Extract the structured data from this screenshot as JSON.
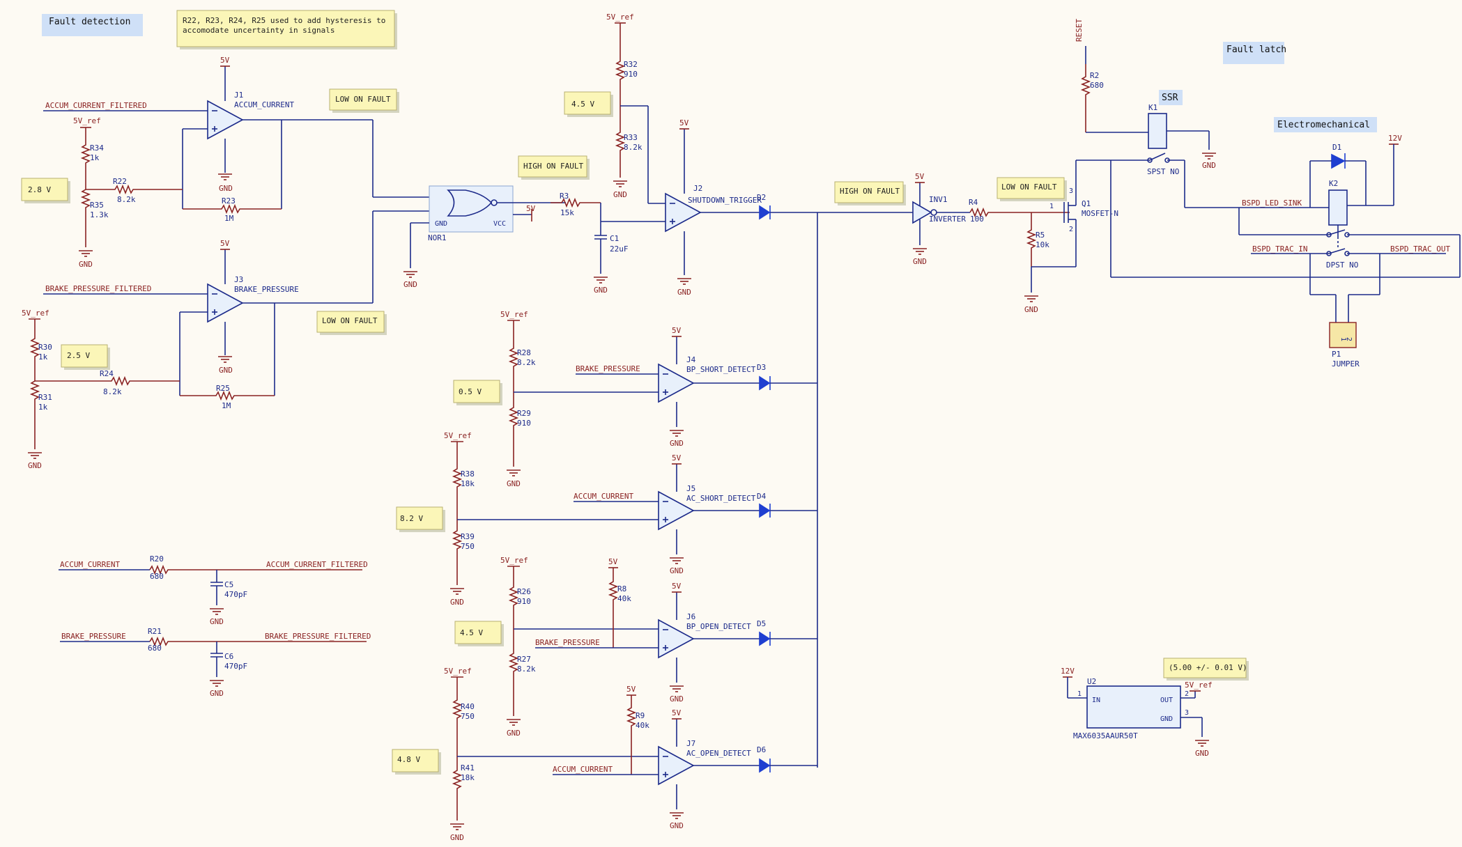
{
  "titles": {
    "fault_detection": "Fault detection",
    "fault_latch": "Fault latch",
    "ssr": "SSR",
    "electromechanical": "Electromechanical"
  },
  "notes": {
    "hysteresis_1": "R22, R23, R24, R25 used to add hysteresis to",
    "hysteresis_2": "accomodate uncertainty in signals",
    "v28": "2.8 V",
    "v25": "2.5 V",
    "v45a": "4.5 V",
    "v05": "0.5 V",
    "v82": "8.2 V",
    "v45b": "4.5 V",
    "v48": "4.8 V",
    "low1": "LOW ON FAULT",
    "low2": "LOW ON FAULT",
    "high1": "HIGH ON FAULT",
    "high2": "HIGH ON FAULT",
    "low3": "LOW ON FAULT",
    "ref": "(5.00 +/- 0.01 V)"
  },
  "power": {
    "p5v": "5V",
    "p5vref": "5V_ref",
    "p12v": "12V",
    "gnd": "GND"
  },
  "nets": {
    "accum_filtered": "ACCUM_CURRENT_FILTERED",
    "brake_filtered": "BRAKE_PRESSURE_FILTERED",
    "brake_pressure": "BRAKE_PRESSURE",
    "accum_current": "ACCUM_CURRENT",
    "bspd_led_sink": "BSPD_LED_SINK",
    "bspd_trac_in": "BSPD_TRAC_IN",
    "bspd_trac_out": "BSPD_TRAC_OUT",
    "reset": "RESET"
  },
  "resistors": {
    "R34": "R34",
    "R34v": "1k",
    "R35": "R35",
    "R35v": "1.3k",
    "R22": "R22",
    "R22v": "8.2k",
    "R23": "R23",
    "R23v": "1M",
    "R30": "R30",
    "R30v": "1k",
    "R31": "R31",
    "R31v": "1k",
    "R24": "R24",
    "R24v": "8.2k",
    "R25": "R25",
    "R25v": "1M",
    "R32": "R32",
    "R32v": "910",
    "R33": "R33",
    "R33v": "8.2k",
    "R3": "R3",
    "R3v": "15k",
    "R28": "R28",
    "R28v": "8.2k",
    "R29": "R29",
    "R29v": "910",
    "R38": "R38",
    "R38v": "18k",
    "R39": "R39",
    "R39v": "750",
    "R26": "R26",
    "R26v": "910",
    "R27": "R27",
    "R27v": "8.2k",
    "R8": "R8",
    "R8v": "40k",
    "R40": "R40",
    "R40v": "750",
    "R41": "R41",
    "R41v": "18k",
    "R9": "R9",
    "R9v": "40k",
    "R20": "R20",
    "R20v": "680",
    "R21": "R21",
    "R21v": "680",
    "R2": "R2",
    "R2v": "680",
    "R4": "R4",
    "R4v": "100",
    "R5": "R5",
    "R5v": "10k"
  },
  "caps": {
    "C1": "C1",
    "C1v": "22uF",
    "C5": "C5",
    "C5v": "470pF",
    "C6": "C6",
    "C6v": "470pF"
  },
  "components": {
    "J1": "J1",
    "J1n": "ACCUM_CURRENT",
    "J2": "J2",
    "J2n": "SHUTDOWN_TRIGGER",
    "J3": "J3",
    "J3n": "BRAKE_PRESSURE",
    "J4": "J4",
    "J4n": "BP_SHORT_DETECT",
    "J5": "J5",
    "J5n": "AC_SHORT_DETECT",
    "J6": "J6",
    "J6n": "BP_OPEN_DETECT",
    "J7": "J7",
    "J7n": "AC_OPEN_DETECT",
    "NOR1": "NOR1",
    "gate_gnd": "GND",
    "gate_vcc": "VCC",
    "INV1": "INV1",
    "INV1n": "INVERTER",
    "Q1": "Q1",
    "Q1n": "MOSFET-N",
    "K1": "K1",
    "K1n": "SPST NO",
    "K2": "K2",
    "K2n": "DPST NO",
    "D1": "D1",
    "D2": "D2",
    "D3": "D3",
    "D4": "D4",
    "D5": "D5",
    "D6": "D6",
    "P1": "P1",
    "P1n": "JUMPER",
    "U2": "U2",
    "U2n": "MAX6035AAUR50T",
    "U2_in": "IN",
    "U2_out": "OUT",
    "U2_gnd": "GND",
    "minus": "−",
    "plus": "+",
    "pin1": "1",
    "pin2": "2",
    "pin3": "3"
  }
}
